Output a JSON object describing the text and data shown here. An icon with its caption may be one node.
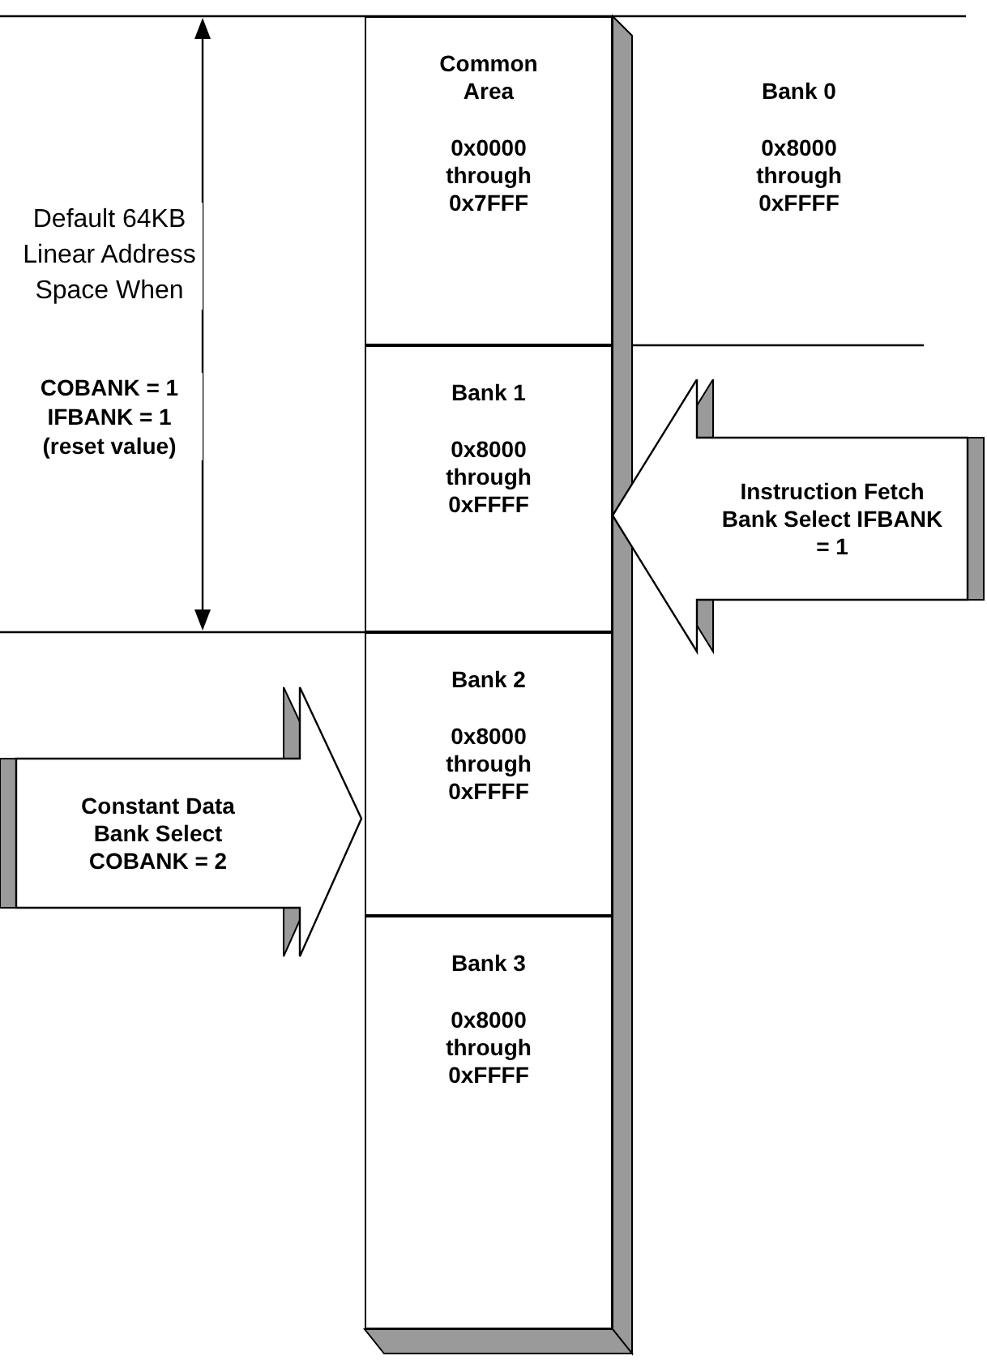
{
  "diagram": {
    "nodes": [
      {
        "text": [
          "Common Area",
          "0x0000 through 0x7FFF"
        ]
      },
      {
        "text": [
          "Bank 0",
          "0x8000 through 0xFFFF"
        ]
      },
      {
        "text": [
          "Bank 1",
          "0x8000 through 0xFFFF"
        ]
      },
      {
        "text": [
          "Bank 2",
          "0x8000 through 0xFFFF"
        ]
      },
      {
        "text": [
          "Bank 3",
          "0x8000 through 0xFFFF"
        ]
      },
      {
        "text": [
          "Instruction Fetch Bank Select IFBANK = 1"
        ]
      },
      {
        "text": [
          "Constant Data Bank Select COBANK = 2"
        ]
      }
    ],
    "labels": [
      "Default 64KB Linear Address Space When",
      "COBANK = 1 IFBANK = 1 (reset value)"
    ]
  }
}
